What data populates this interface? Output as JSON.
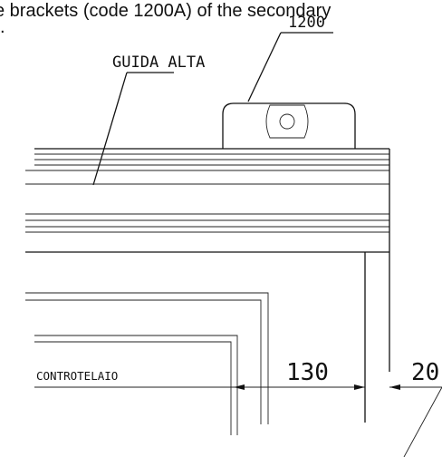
{
  "caption_top": "e brackets (code 1200A) of the secondary",
  "caption_bottom_fragment": ".",
  "labels": {
    "bracket_code": "1200",
    "top_rail": "GUIDA ALTA",
    "subframe": "CONTROTELAIO"
  },
  "dimensions": {
    "gap": "130",
    "offset": "20"
  }
}
